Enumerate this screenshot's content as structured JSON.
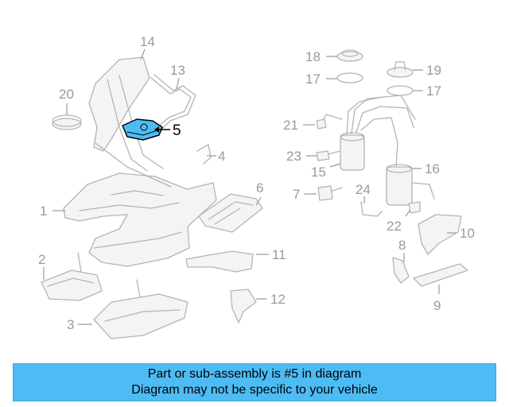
{
  "diagram": {
    "highlighted_part": "5",
    "callouts": [
      "1",
      "2",
      "3",
      "4",
      "5",
      "6",
      "7",
      "8",
      "9",
      "10",
      "11",
      "12",
      "13",
      "14",
      "15",
      "16",
      "17",
      "17",
      "18",
      "19",
      "20",
      "21",
      "22",
      "23",
      "24"
    ],
    "colors": {
      "highlight_fill": "#4dbcf5",
      "line_gray": "#b4b4b4",
      "label_gray": "#9a9a9a"
    }
  },
  "banner": {
    "line1": "Part or sub-assembly is #5 in diagram",
    "line2": "Diagram may not be specific to your vehicle",
    "color": "#4dbcf5"
  }
}
